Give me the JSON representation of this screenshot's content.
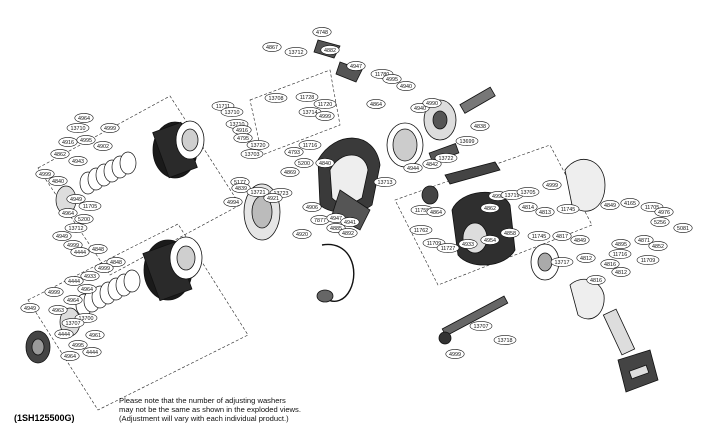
{
  "callouts": [
    {
      "id": "c1",
      "label": "4748"
    },
    {
      "id": "c2",
      "label": "4867"
    },
    {
      "id": "c3",
      "label": "13712"
    },
    {
      "id": "c4",
      "label": "4882"
    },
    {
      "id": "c5",
      "label": "4947"
    },
    {
      "id": "c6",
      "label": "11780"
    },
    {
      "id": "c7",
      "label": "4995"
    },
    {
      "id": "c8",
      "label": "4940"
    },
    {
      "id": "c9",
      "label": "11711"
    },
    {
      "id": "c10",
      "label": "13708"
    },
    {
      "id": "c11",
      "label": "11728"
    },
    {
      "id": "c12",
      "label": "4864"
    },
    {
      "id": "c13",
      "label": "13710"
    },
    {
      "id": "c14",
      "label": "13714"
    },
    {
      "id": "c15",
      "label": "11720"
    },
    {
      "id": "c16",
      "label": "13710"
    },
    {
      "id": "c17",
      "label": "4916"
    },
    {
      "id": "c18",
      "label": "4999"
    },
    {
      "id": "c19",
      "label": "4940"
    },
    {
      "id": "c20",
      "label": "4990"
    },
    {
      "id": "c21",
      "label": "4838"
    },
    {
      "id": "c22",
      "label": "13699"
    },
    {
      "id": "c23",
      "label": "4795"
    },
    {
      "id": "c24",
      "label": "13720"
    },
    {
      "id": "c25",
      "label": "4793"
    },
    {
      "id": "c26",
      "label": "13703"
    },
    {
      "id": "c27",
      "label": "11716"
    },
    {
      "id": "c28",
      "label": "5200"
    },
    {
      "id": "c29",
      "label": "4840"
    },
    {
      "id": "c30",
      "label": "4869"
    },
    {
      "id": "c31",
      "label": "4944"
    },
    {
      "id": "c32",
      "label": "4842"
    },
    {
      "id": "c33",
      "label": "13722"
    },
    {
      "id": "c34",
      "label": "5177"
    },
    {
      "id": "c35",
      "label": "4839"
    },
    {
      "id": "c36",
      "label": "13721"
    },
    {
      "id": "c37",
      "label": "13723"
    },
    {
      "id": "c38",
      "label": "4994"
    },
    {
      "id": "c39",
      "label": "4921"
    },
    {
      "id": "c40",
      "label": "13713"
    },
    {
      "id": "c41",
      "label": "4906"
    },
    {
      "id": "c42",
      "label": "4995"
    },
    {
      "id": "c43",
      "label": "13719"
    },
    {
      "id": "c44",
      "label": "13705"
    },
    {
      "id": "c45",
      "label": "4999"
    },
    {
      "id": "c46",
      "label": "11755"
    },
    {
      "id": "c47",
      "label": "4864"
    },
    {
      "id": "c48",
      "label": "7877"
    },
    {
      "id": "c49",
      "label": "4947"
    },
    {
      "id": "c50",
      "label": "4885"
    },
    {
      "id": "c51",
      "label": "4892"
    },
    {
      "id": "c52",
      "label": "4862"
    },
    {
      "id": "c53",
      "label": "4814"
    },
    {
      "id": "c54",
      "label": "4813"
    },
    {
      "id": "c55",
      "label": "11745"
    },
    {
      "id": "c56",
      "label": "4849"
    },
    {
      "id": "c57",
      "label": "4165"
    },
    {
      "id": "c58",
      "label": "11705"
    },
    {
      "id": "c59",
      "label": "4976"
    },
    {
      "id": "c60",
      "label": "5256"
    },
    {
      "id": "c61",
      "label": "5081"
    },
    {
      "id": "c62",
      "label": "4920"
    },
    {
      "id": "c63",
      "label": "4941"
    },
    {
      "id": "c64",
      "label": "11762"
    },
    {
      "id": "c65",
      "label": "11709"
    },
    {
      "id": "c66",
      "label": "11727"
    },
    {
      "id": "c67",
      "label": "4933"
    },
    {
      "id": "c68",
      "label": "4954"
    },
    {
      "id": "c69",
      "label": "4858"
    },
    {
      "id": "c70",
      "label": "11745"
    },
    {
      "id": "c71",
      "label": "4817"
    },
    {
      "id": "c72",
      "label": "4849"
    },
    {
      "id": "c73",
      "label": "4895"
    },
    {
      "id": "c74",
      "label": "4871"
    },
    {
      "id": "c75",
      "label": "4852"
    },
    {
      "id": "c76",
      "label": "11716"
    },
    {
      "id": "c77",
      "label": "4812"
    },
    {
      "id": "c78",
      "label": "13717"
    },
    {
      "id": "c79",
      "label": "4816"
    },
    {
      "id": "c80",
      "label": "11709"
    },
    {
      "id": "c81",
      "label": "4812"
    },
    {
      "id": "c82",
      "label": "4816"
    },
    {
      "id": "c83",
      "label": "4964"
    },
    {
      "id": "c84",
      "label": "13710"
    },
    {
      "id": "c85",
      "label": "4999"
    },
    {
      "id": "c86",
      "label": "4916"
    },
    {
      "id": "c87",
      "label": "4995"
    },
    {
      "id": "c88",
      "label": "4902"
    },
    {
      "id": "c89",
      "label": "4862"
    },
    {
      "id": "c90",
      "label": "4943"
    },
    {
      "id": "c91",
      "label": "4999"
    },
    {
      "id": "c92",
      "label": "4840"
    },
    {
      "id": "c93",
      "label": "4949"
    },
    {
      "id": "c94",
      "label": "11705"
    },
    {
      "id": "c95",
      "label": "4964"
    },
    {
      "id": "c96",
      "label": "5200"
    },
    {
      "id": "c97",
      "label": "13712"
    },
    {
      "id": "c98",
      "label": "4949"
    },
    {
      "id": "c99",
      "label": "4999"
    },
    {
      "id": "c100",
      "label": "4444"
    },
    {
      "id": "c101",
      "label": "4848"
    },
    {
      "id": "c102",
      "label": "4848"
    },
    {
      "id": "c103",
      "label": "4999"
    },
    {
      "id": "c104",
      "label": "4933"
    },
    {
      "id": "c105",
      "label": "4444"
    },
    {
      "id": "c106",
      "label": "4964"
    },
    {
      "id": "c107",
      "label": "4999"
    },
    {
      "id": "c108",
      "label": "4964"
    },
    {
      "id": "c109",
      "label": "4963"
    },
    {
      "id": "c110",
      "label": "4949"
    },
    {
      "id": "c111",
      "label": "13700"
    },
    {
      "id": "c112",
      "label": "13707"
    },
    {
      "id": "c113",
      "label": "4444"
    },
    {
      "id": "c114",
      "label": "4961"
    },
    {
      "id": "c115",
      "label": "4995"
    },
    {
      "id": "c116",
      "label": "4964"
    },
    {
      "id": "c117",
      "label": "4444"
    },
    {
      "id": "c118",
      "label": "13718"
    },
    {
      "id": "c119",
      "label": "4999"
    },
    {
      "id": "c120",
      "label": "13707"
    }
  ],
  "note": {
    "line1": "Please note that the number of adjusting washers",
    "line2": "may not be the same as shown in the exploded views.",
    "line3": "(Adjustment will vary with each individual product.)"
  },
  "part_code": "(1SH125500G)"
}
